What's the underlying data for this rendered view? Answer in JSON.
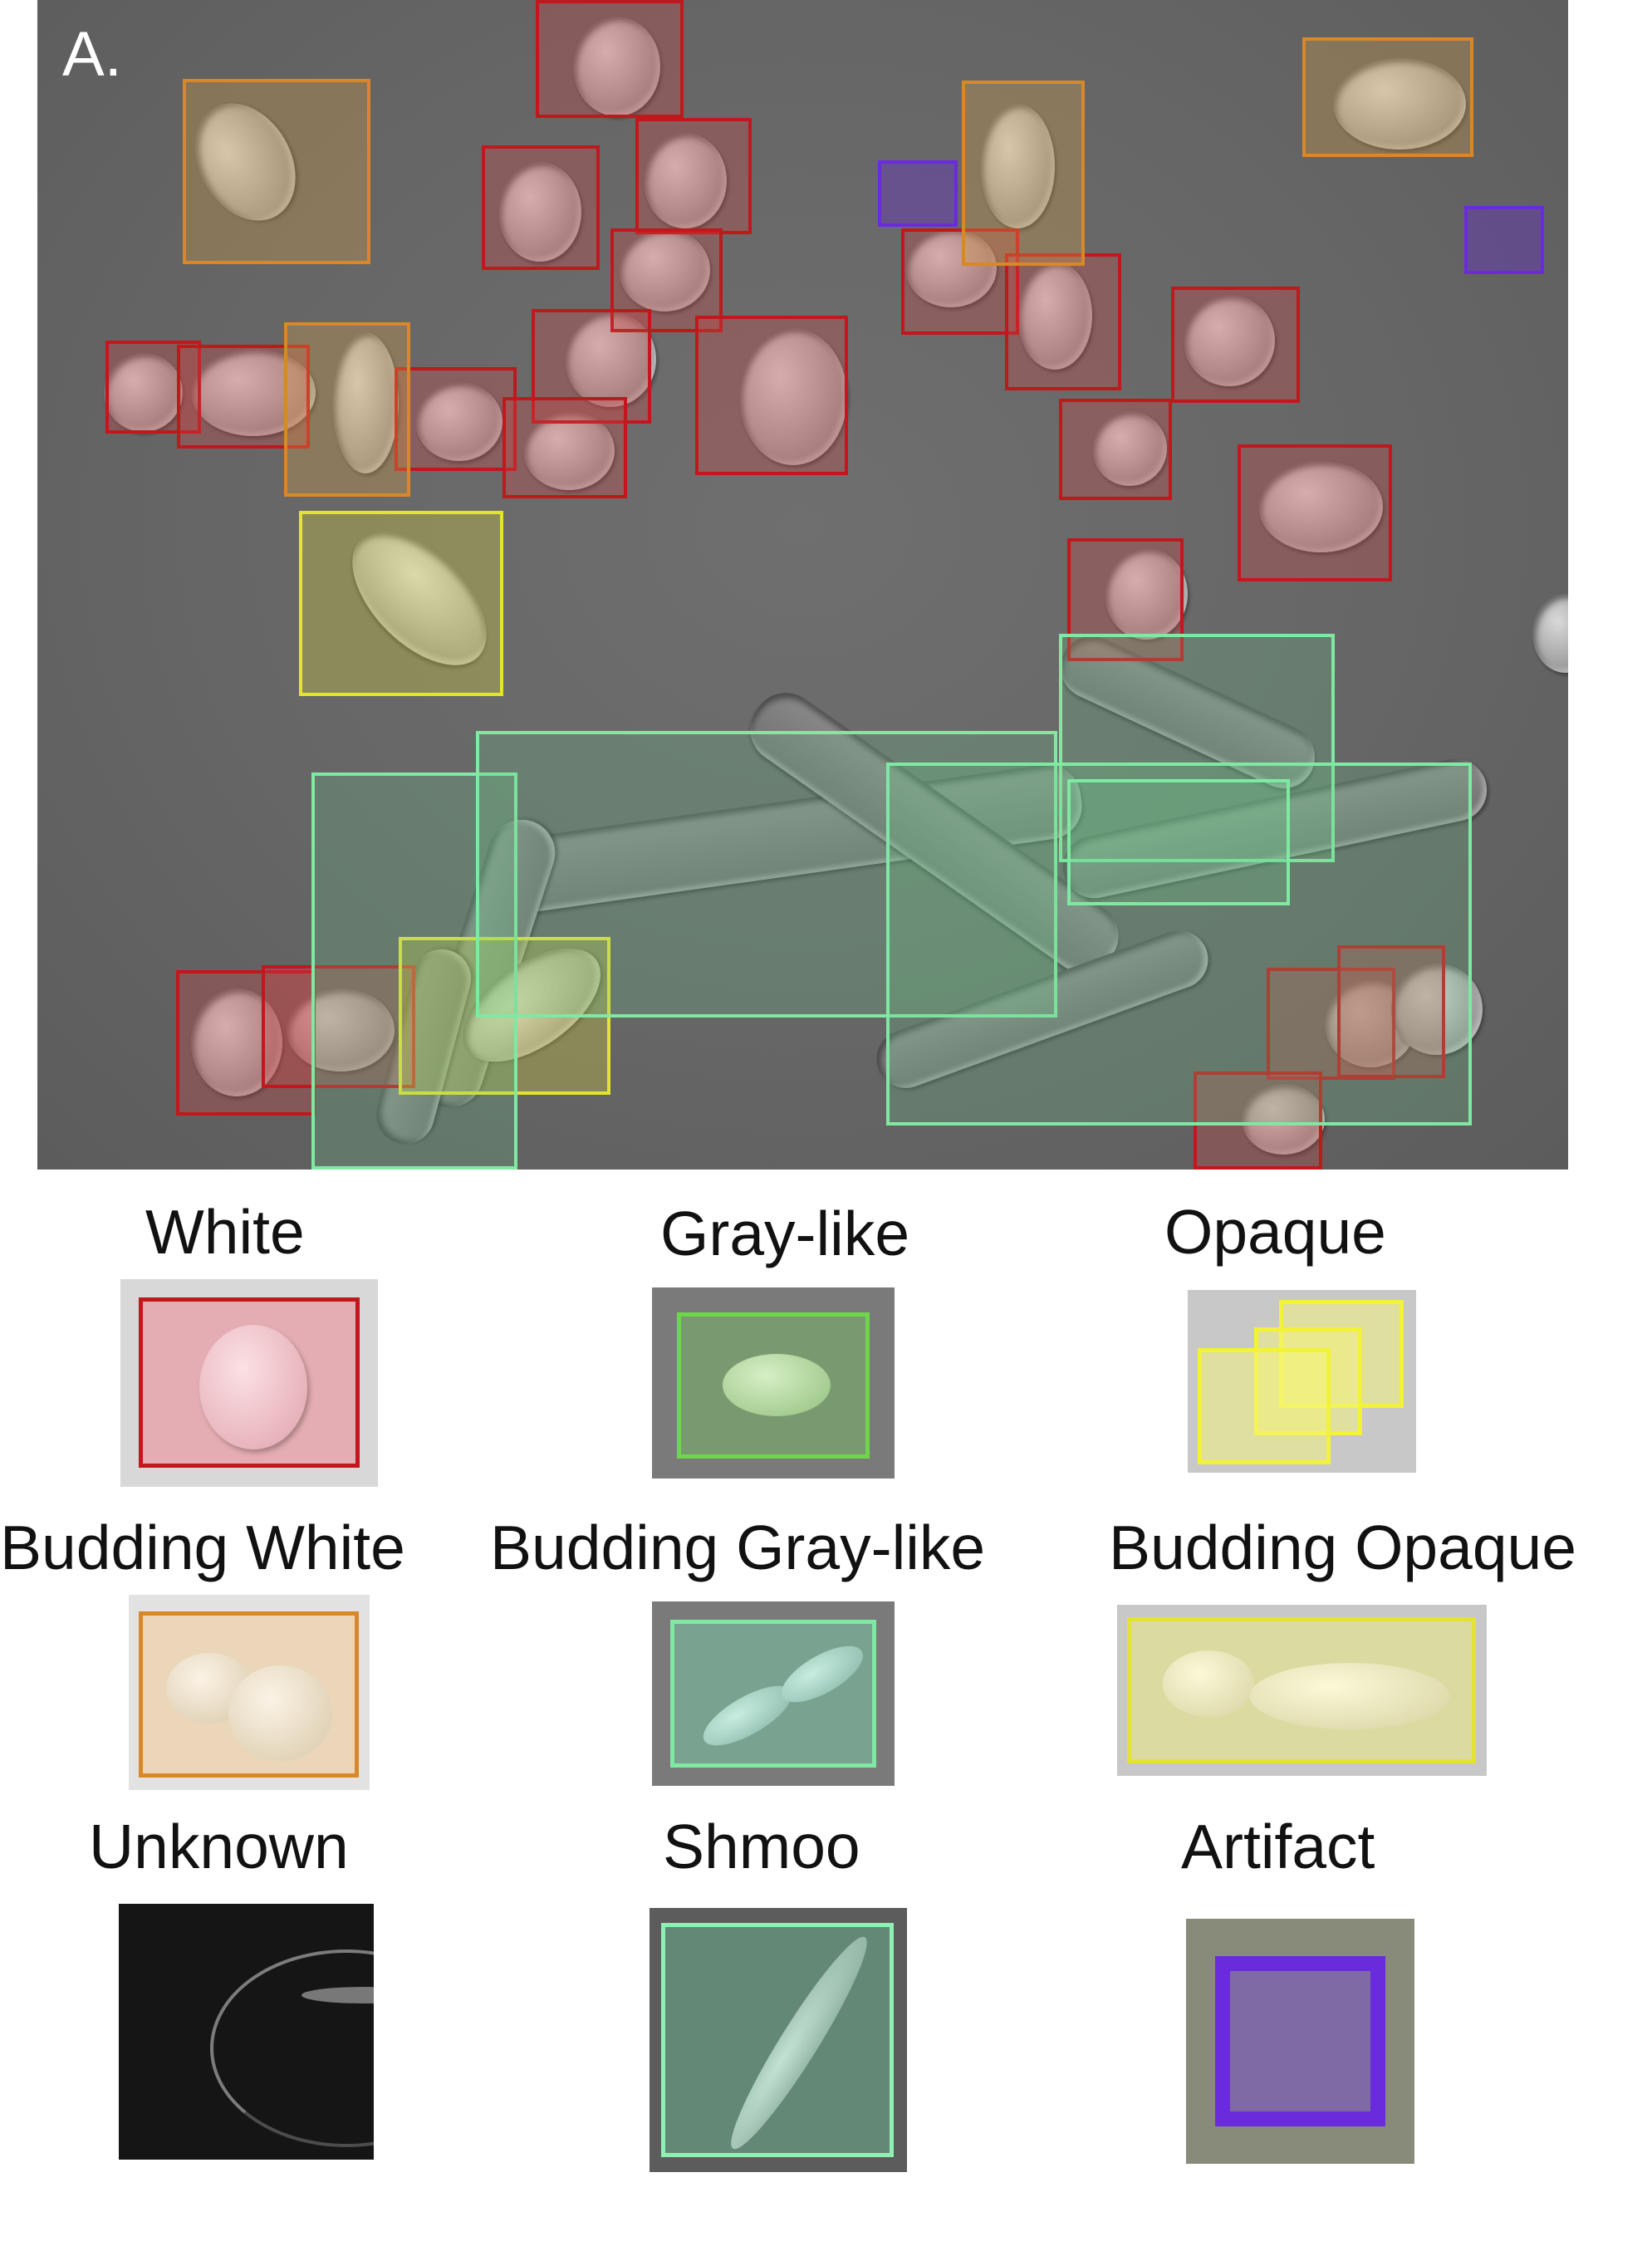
{
  "panel": {
    "label": "A."
  },
  "categories": [
    {
      "name": "White",
      "color": "#c0181c"
    },
    {
      "name": "Gray-like",
      "color": "#6fd64a"
    },
    {
      "name": "Opaque",
      "color": "#f2f236"
    },
    {
      "name": "Budding White",
      "color": "#d8882a"
    },
    {
      "name": "Budding Gray-like",
      "color": "#7fe8a3"
    },
    {
      "name": "Budding Opaque",
      "color": "#e3e331"
    },
    {
      "name": "Unknown",
      "color": "#000000"
    },
    {
      "name": "Shmoo",
      "color": "#8ff0b4"
    },
    {
      "name": "Artifact",
      "color": "#6a2bdc"
    }
  ]
}
